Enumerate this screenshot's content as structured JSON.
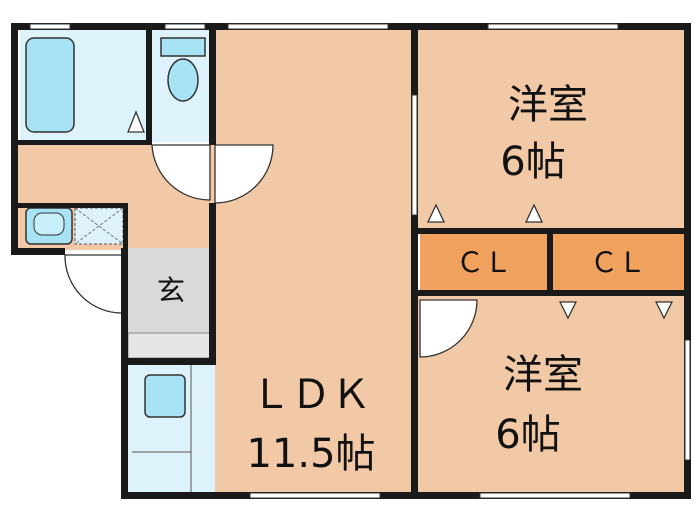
{
  "rooms": {
    "western_top": {
      "name": "洋室",
      "size": "6帖"
    },
    "western_bottom": {
      "name": "洋室",
      "size": "6帖"
    },
    "ldk": {
      "name": "ＬＤＫ",
      "size": "11.5帖"
    },
    "entrance": {
      "name": "玄"
    },
    "closet_left": {
      "name": "ＣＬ"
    },
    "closet_right": {
      "name": "ＣＬ"
    }
  },
  "colors": {
    "floor": "#f2c9a6",
    "closet": "#f0a15e",
    "fixture": "#a8e2f5",
    "wet_area": "#ddf2fa",
    "entrance": "#d9d9d9",
    "wall": "#1a1a1a"
  }
}
